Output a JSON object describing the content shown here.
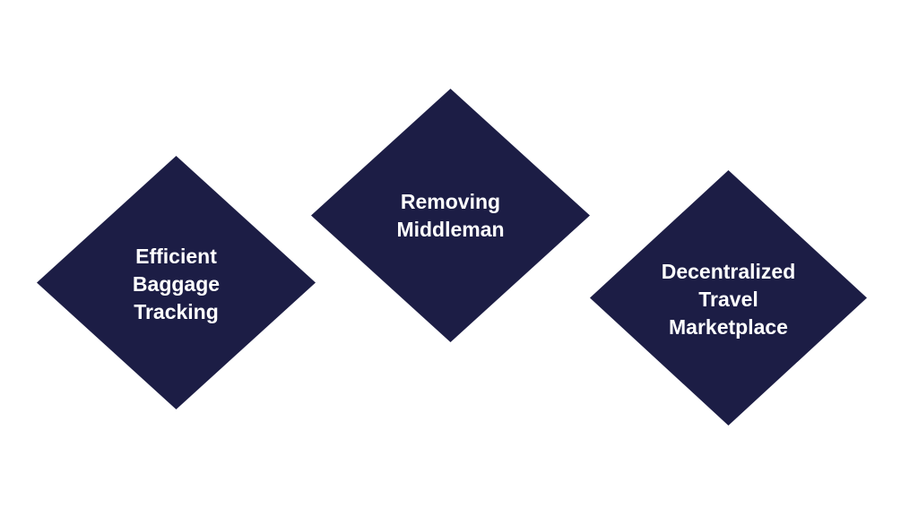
{
  "colors": {
    "shape_fill": "#1c1d45",
    "text": "#ffffff",
    "background": "#ffffff"
  },
  "nodes": [
    {
      "lines": [
        "Efficient",
        "Baggage",
        "Tracking"
      ]
    },
    {
      "lines": [
        "Removing",
        "Middleman"
      ]
    },
    {
      "lines": [
        "Decentralized",
        "Travel",
        "Marketplace"
      ]
    }
  ]
}
